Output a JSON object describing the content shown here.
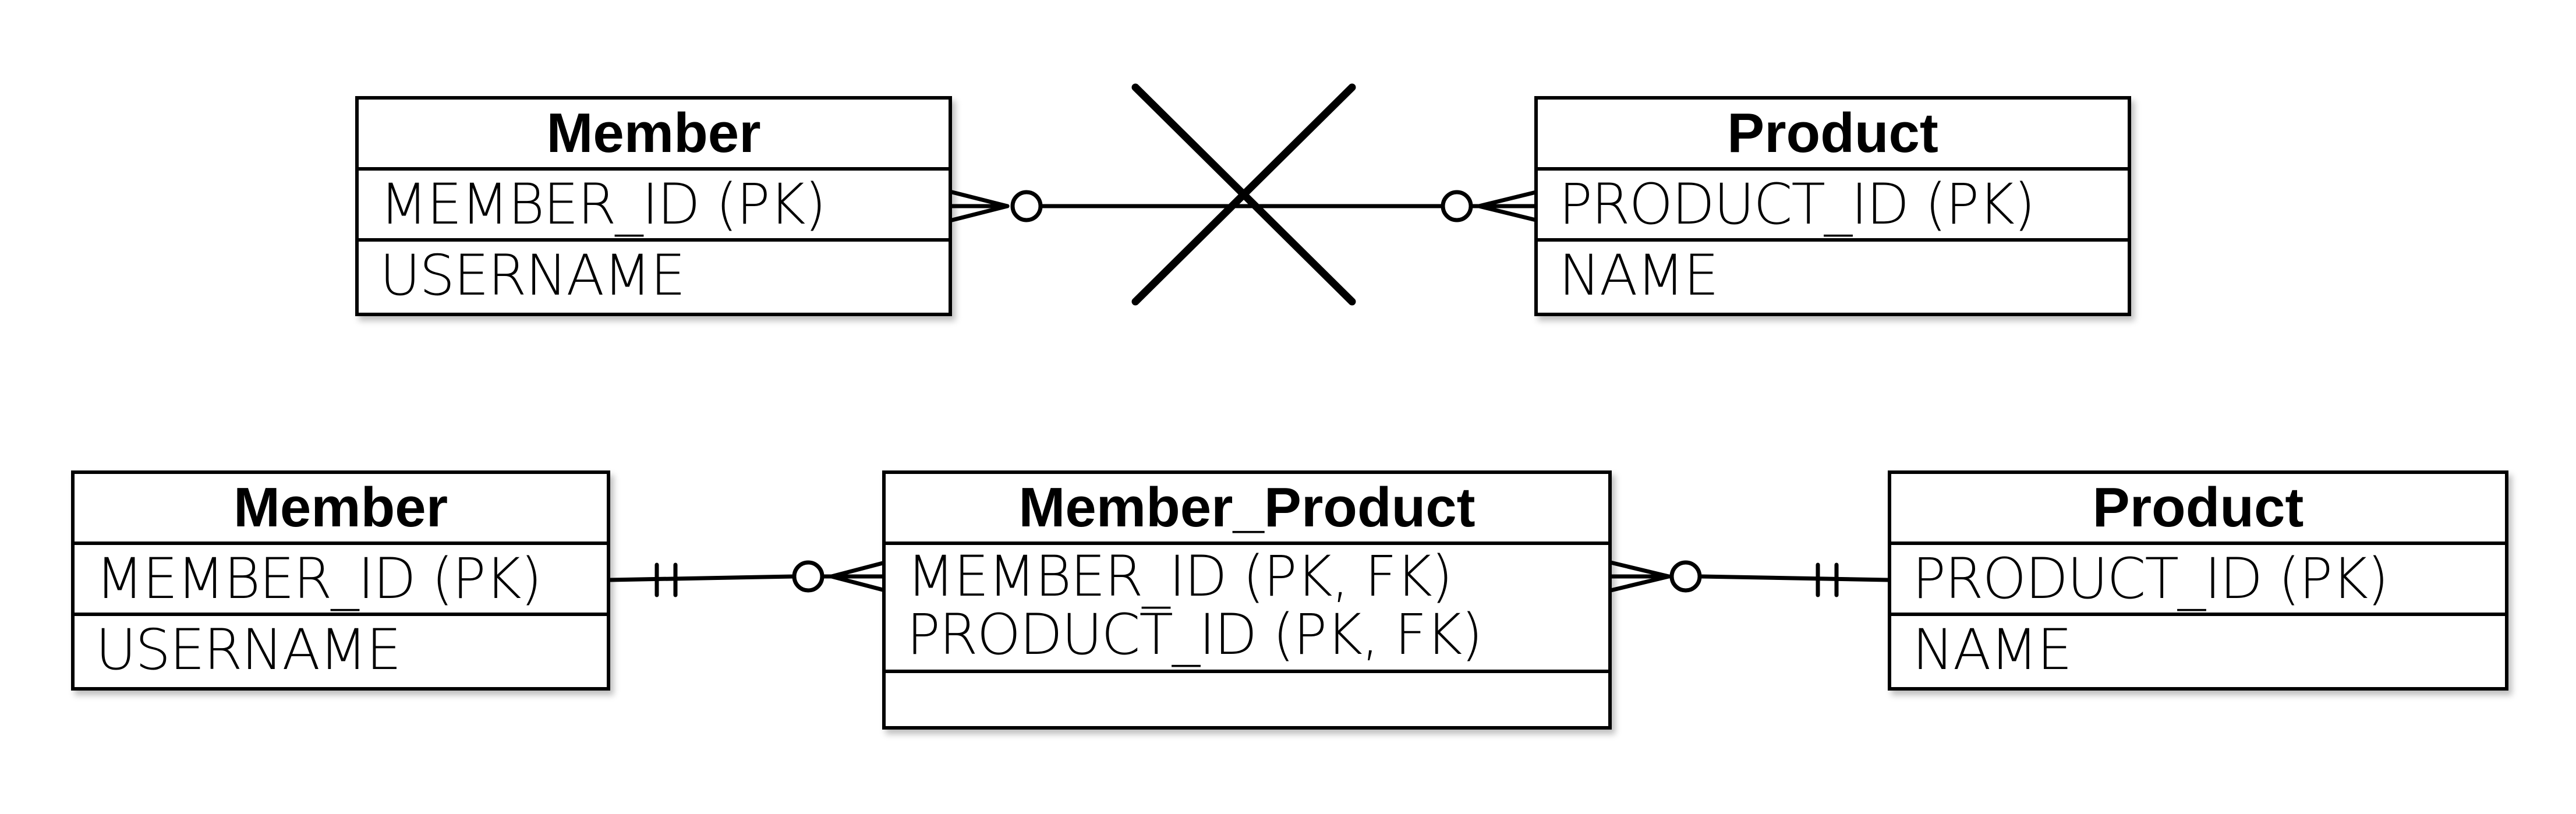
{
  "top": {
    "member": {
      "title": "Member",
      "rows": [
        "MEMBER_ID (PK)",
        "USERNAME"
      ]
    },
    "product": {
      "title": "Product",
      "rows": [
        "PRODUCT_ID (PK)",
        "NAME"
      ]
    }
  },
  "bottom": {
    "member": {
      "title": "Member",
      "rows": [
        "MEMBER_ID (PK)",
        "USERNAME"
      ]
    },
    "member_product": {
      "title": "Member_Product",
      "rows": [
        "MEMBER_ID (PK, FK)",
        "PRODUCT_ID (PK, FK)"
      ]
    },
    "product": {
      "title": "Product",
      "rows": [
        "PRODUCT_ID (PK)",
        "NAME"
      ]
    }
  }
}
